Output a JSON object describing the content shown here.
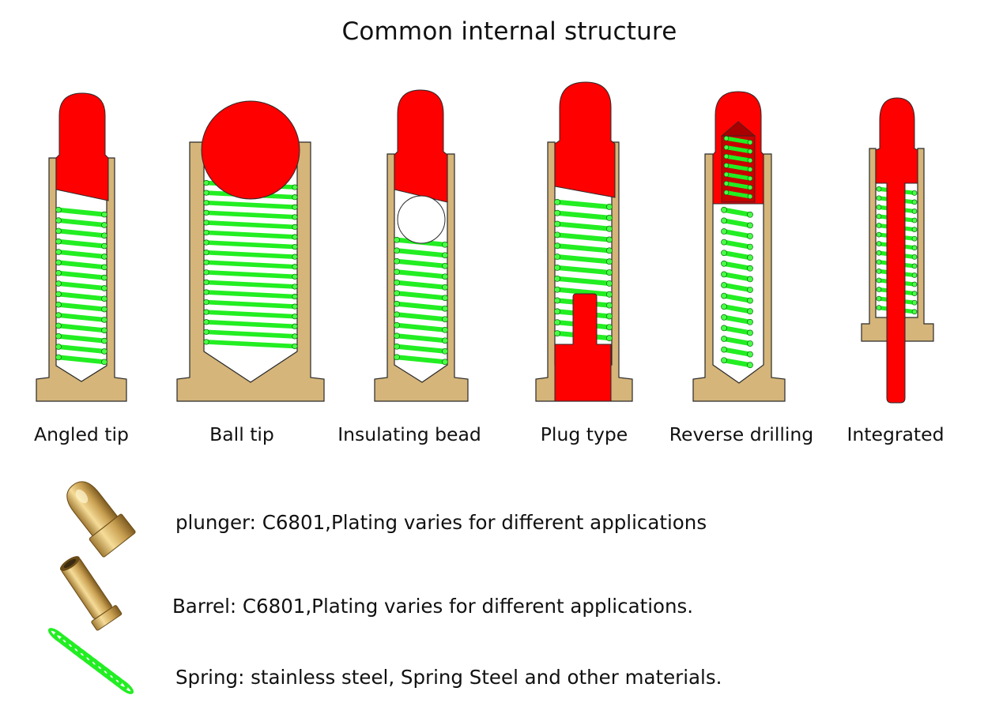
{
  "title": "Common internal structure",
  "colors": {
    "barrel": "#D5B57A",
    "plunger": "#FF0000",
    "spring": "#22EE22",
    "outline": "#2a2a2a"
  },
  "variants": [
    {
      "id": "angled-tip",
      "label": "Angled tip"
    },
    {
      "id": "ball-tip",
      "label": "Ball tip"
    },
    {
      "id": "insulating-bead",
      "label": "Insulating bead"
    },
    {
      "id": "plug-type",
      "label": "Plug type"
    },
    {
      "id": "reverse-drilling",
      "label": "Reverse drilling"
    },
    {
      "id": "integrated",
      "label": "Integrated"
    }
  ],
  "components": [
    {
      "name": "plunger",
      "icon": "plunger-icon",
      "text": "plunger: C6801,Plating varies for different applications"
    },
    {
      "name": "barrel",
      "icon": "barrel-icon",
      "text": "Barrel: C6801,Plating varies for different applications."
    },
    {
      "name": "spring",
      "icon": "spring-icon",
      "text": "Spring: stainless steel, Spring Steel and other materials."
    }
  ]
}
